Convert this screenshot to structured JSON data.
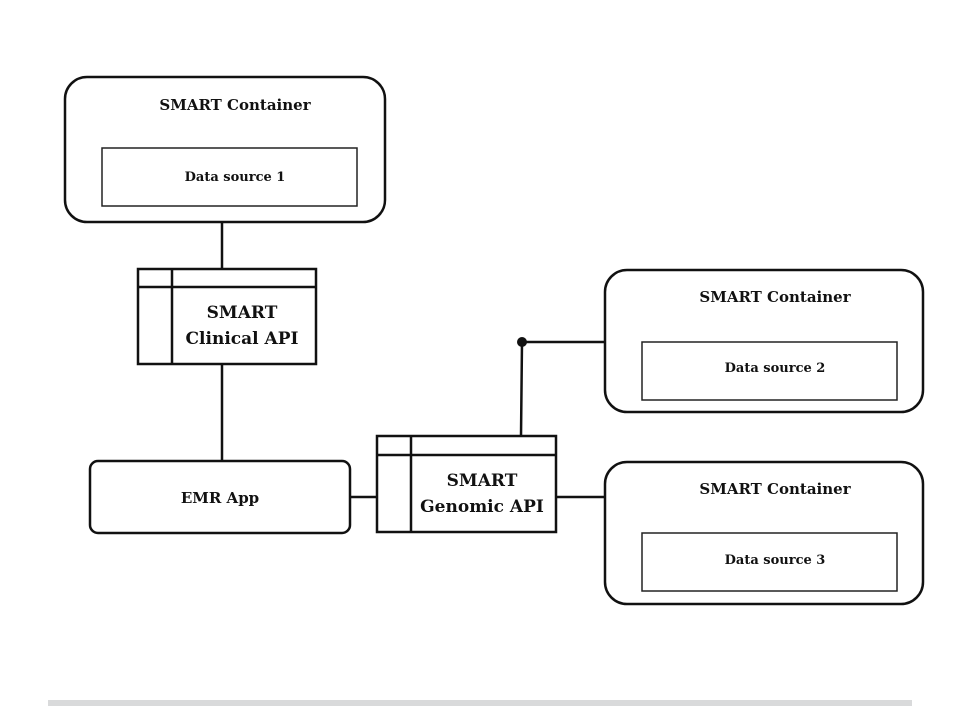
{
  "containers": [
    {
      "title": "SMART Container",
      "data_source": "Data source 1"
    },
    {
      "title": "SMART Container",
      "data_source": "Data source 2"
    },
    {
      "title": "SMART Container",
      "data_source": "Data source 3"
    }
  ],
  "clinical_api": {
    "line1": "SMART",
    "line2": "Clinical API"
  },
  "genomic_api": {
    "line1": "SMART",
    "line2": "Genomic API"
  },
  "emr_app": {
    "label": "EMR App"
  }
}
